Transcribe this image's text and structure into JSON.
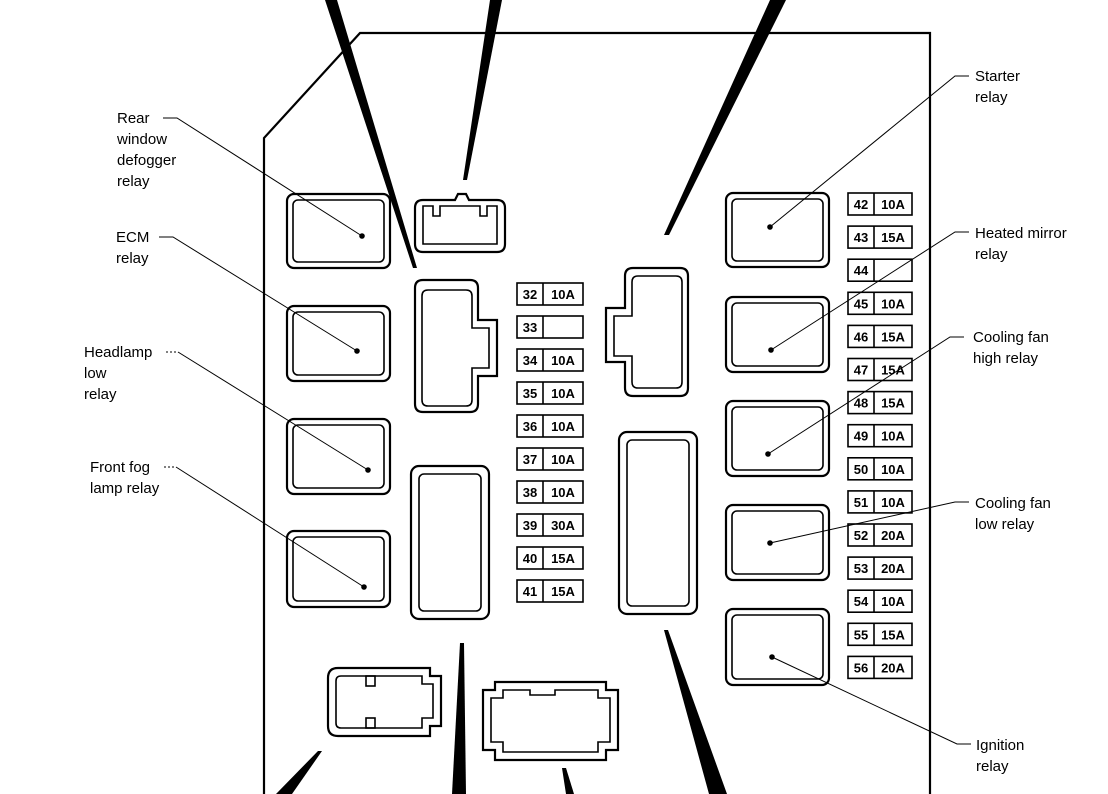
{
  "relay_labels": {
    "rear_window_defogger": [
      "Rear",
      "window",
      "defogger",
      "relay"
    ],
    "ecm": [
      "ECM",
      "relay"
    ],
    "headlamp_low": [
      "Headlamp",
      "low",
      "relay"
    ],
    "front_fog_lamp": [
      "Front fog",
      "lamp relay"
    ],
    "starter": [
      "Starter",
      "relay"
    ],
    "heated_mirror": [
      "Heated mirror",
      "relay"
    ],
    "cooling_fan_high": [
      "Cooling fan",
      "high relay"
    ],
    "cooling_fan_low": [
      "Cooling fan",
      "low relay"
    ],
    "ignition": [
      "Ignition",
      "relay"
    ]
  },
  "center_fuses": [
    {
      "num": "32",
      "amp": "10A"
    },
    {
      "num": "33",
      "amp": ""
    },
    {
      "num": "34",
      "amp": "10A"
    },
    {
      "num": "35",
      "amp": "10A"
    },
    {
      "num": "36",
      "amp": "10A"
    },
    {
      "num": "37",
      "amp": "10A"
    },
    {
      "num": "38",
      "amp": "10A"
    },
    {
      "num": "39",
      "amp": "30A"
    },
    {
      "num": "40",
      "amp": "15A"
    },
    {
      "num": "41",
      "amp": "15A"
    }
  ],
  "right_fuses": [
    {
      "num": "42",
      "amp": "10A"
    },
    {
      "num": "43",
      "amp": "15A"
    },
    {
      "num": "44",
      "amp": ""
    },
    {
      "num": "45",
      "amp": "10A"
    },
    {
      "num": "46",
      "amp": "15A"
    },
    {
      "num": "47",
      "amp": "15A"
    },
    {
      "num": "48",
      "amp": "15A"
    },
    {
      "num": "49",
      "amp": "10A"
    },
    {
      "num": "50",
      "amp": "10A"
    },
    {
      "num": "51",
      "amp": "10A"
    },
    {
      "num": "52",
      "amp": "20A"
    },
    {
      "num": "53",
      "amp": "20A"
    },
    {
      "num": "54",
      "amp": "10A"
    },
    {
      "num": "55",
      "amp": "15A"
    },
    {
      "num": "56",
      "amp": "20A"
    }
  ]
}
